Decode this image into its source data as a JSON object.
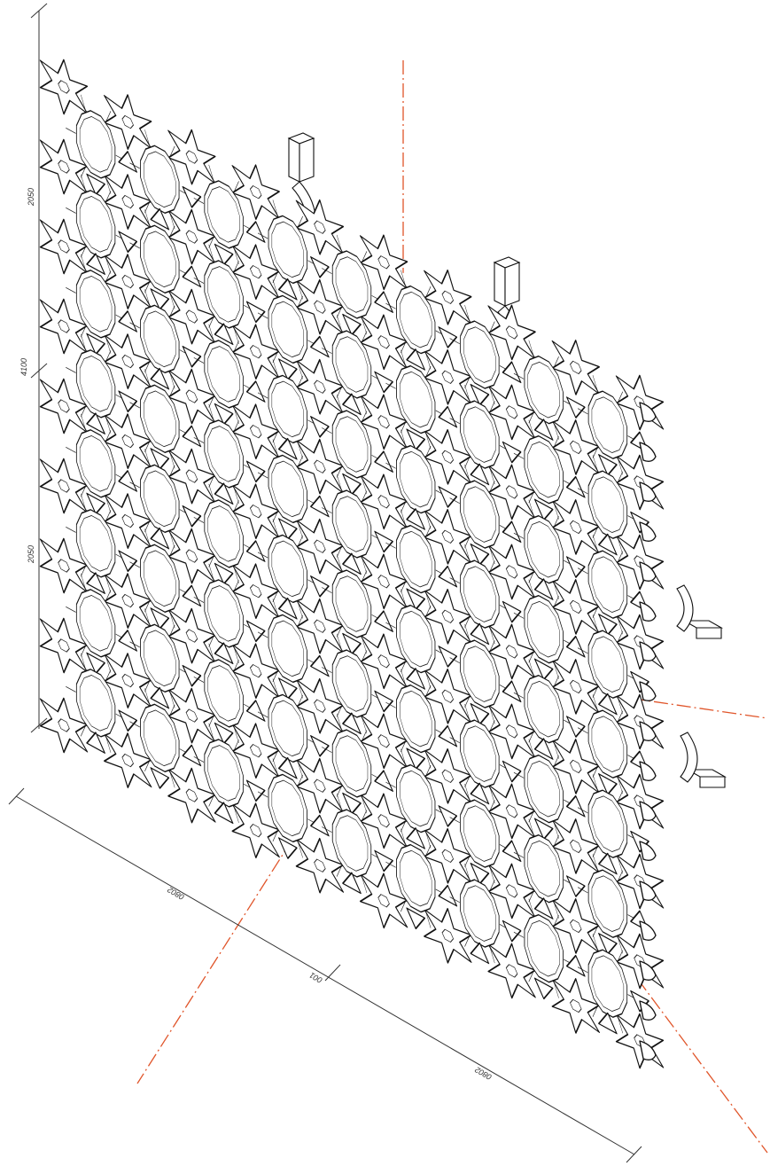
{
  "drawing": {
    "vertical_dimensions": {
      "total": "4100",
      "upper_segment": "2050",
      "lower_segment": "2050"
    },
    "horizontal_dimensions": {
      "left_segment": "0802",
      "middle_segment": "001",
      "right_segment": "0802"
    },
    "colors": {
      "line": "#111111",
      "axis": "#e0552a",
      "background": "#ffffff"
    }
  }
}
